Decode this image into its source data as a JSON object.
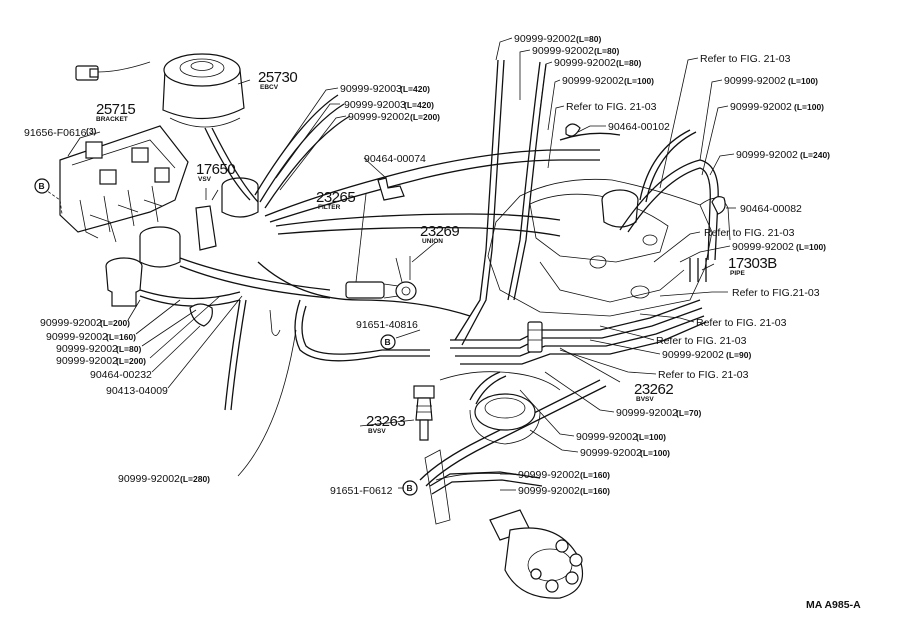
{
  "diagram": {
    "drawing_code": "MA A985-A",
    "callouts": [
      {
        "id": "c1",
        "part_no": "90999-92002",
        "length": "(L=80)"
      },
      {
        "id": "c2",
        "part_no": "90999-92002",
        "length": "(L=80)"
      },
      {
        "id": "c3",
        "part_no": "90999-92002",
        "length": "(L=80)"
      },
      {
        "id": "c4",
        "part_no": "90999-92002",
        "length": "(L=100)"
      },
      {
        "id": "c5",
        "part_no": "Refer to FIG. 21-03",
        "length": ""
      },
      {
        "id": "c6",
        "part_no": "90999-92002",
        "length": "(L=100)"
      },
      {
        "id": "c7",
        "part_no": "90999-92002",
        "length": "(L=100)"
      },
      {
        "id": "c8",
        "part_no": "Refer to FIG. 21-03",
        "length": ""
      },
      {
        "id": "c9",
        "part_no": "90464-00102",
        "length": ""
      },
      {
        "id": "c10",
        "part_no": "90999-92002",
        "length": "(L=240)"
      },
      {
        "id": "c11",
        "part_no": "90464-00082",
        "length": ""
      },
      {
        "id": "c12",
        "part_no": "Refer to FIG. 21-03",
        "length": ""
      },
      {
        "id": "c13",
        "part_no": "90999-92002",
        "length": "(L=100)"
      },
      {
        "id": "c14",
        "part_no": "Refer to FIG.21-03",
        "length": ""
      },
      {
        "id": "c15",
        "part_no": "Refer to FIG. 21-03",
        "length": ""
      },
      {
        "id": "c16",
        "part_no": "Refer to FIG. 21-03",
        "length": ""
      },
      {
        "id": "c17",
        "part_no": "90999-92002",
        "length": "(L=90)"
      },
      {
        "id": "c18",
        "part_no": "Refer to FIG. 21-03",
        "length": ""
      },
      {
        "id": "c19",
        "part_no": "90999-92002",
        "length": "(L=70)"
      },
      {
        "id": "c20",
        "part_no": "90999-92002",
        "length": "(L=100)"
      },
      {
        "id": "c21",
        "part_no": "90999-92002",
        "length": "(L=100)"
      },
      {
        "id": "c22",
        "part_no": "90999-92002",
        "length": "(L=160)"
      },
      {
        "id": "c23",
        "part_no": "90999-92002",
        "length": "(L=160)"
      },
      {
        "id": "c24",
        "part_no": "90999-92003",
        "length": "(L=420)"
      },
      {
        "id": "c25",
        "part_no": "90999-92003",
        "length": "(L=420)"
      },
      {
        "id": "c26",
        "part_no": "90999-92002",
        "length": "(L=200)"
      },
      {
        "id": "c27",
        "part_no": "90464-00074",
        "length": ""
      },
      {
        "id": "c28",
        "part_no": "91656-F0616",
        "length": "(3)"
      },
      {
        "id": "c29",
        "part_no": "90999-92002",
        "length": "(L=200)"
      },
      {
        "id": "c30",
        "part_no": "90999-92002",
        "length": "(L=160)"
      },
      {
        "id": "c31",
        "part_no": "90999-92002",
        "length": "(L=80)"
      },
      {
        "id": "c32",
        "part_no": "90999-92002",
        "length": "(L=200)"
      },
      {
        "id": "c33",
        "part_no": "90464-00232",
        "length": ""
      },
      {
        "id": "c34",
        "part_no": "90413-04009",
        "length": ""
      },
      {
        "id": "c35",
        "part_no": "90999-92002",
        "length": "(L=280)"
      },
      {
        "id": "c36",
        "part_no": "91651-40816",
        "length": ""
      },
      {
        "id": "c37",
        "part_no": "91651-F0612",
        "length": ""
      }
    ],
    "parts": [
      {
        "id": "p25730",
        "number": "25730",
        "name": "EBCV"
      },
      {
        "id": "p25715",
        "number": "25715",
        "name": "BRACKET"
      },
      {
        "id": "p17650",
        "number": "17650",
        "name": "VSV"
      },
      {
        "id": "p23265",
        "number": "23265",
        "name": "FILTER"
      },
      {
        "id": "p23269",
        "number": "23269",
        "name": "UNION"
      },
      {
        "id": "p17303B",
        "number": "17303B",
        "name": "PIPE"
      },
      {
        "id": "p23262",
        "number": "23262",
        "name": "BVSV"
      },
      {
        "id": "p23263",
        "number": "23263",
        "name": "BVSV"
      }
    ],
    "bolt_marker": "B"
  }
}
